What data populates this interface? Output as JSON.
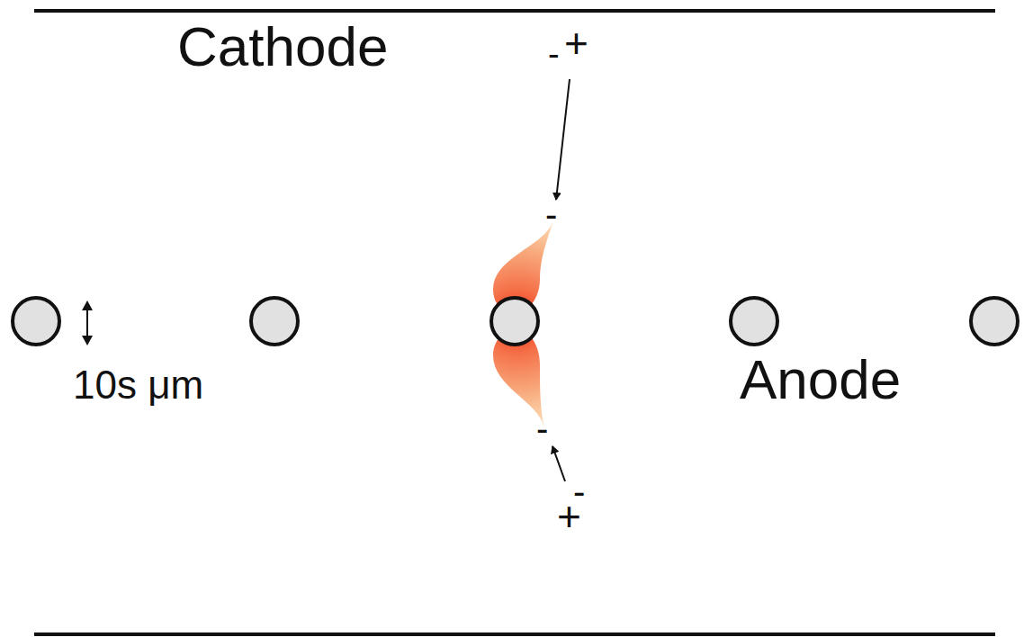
{
  "diagram": {
    "labels": [
      "Cathode",
      "-",
      "+",
      "-",
      "10s μm",
      "Anode",
      "-",
      "-",
      "+"
    ]
  }
}
